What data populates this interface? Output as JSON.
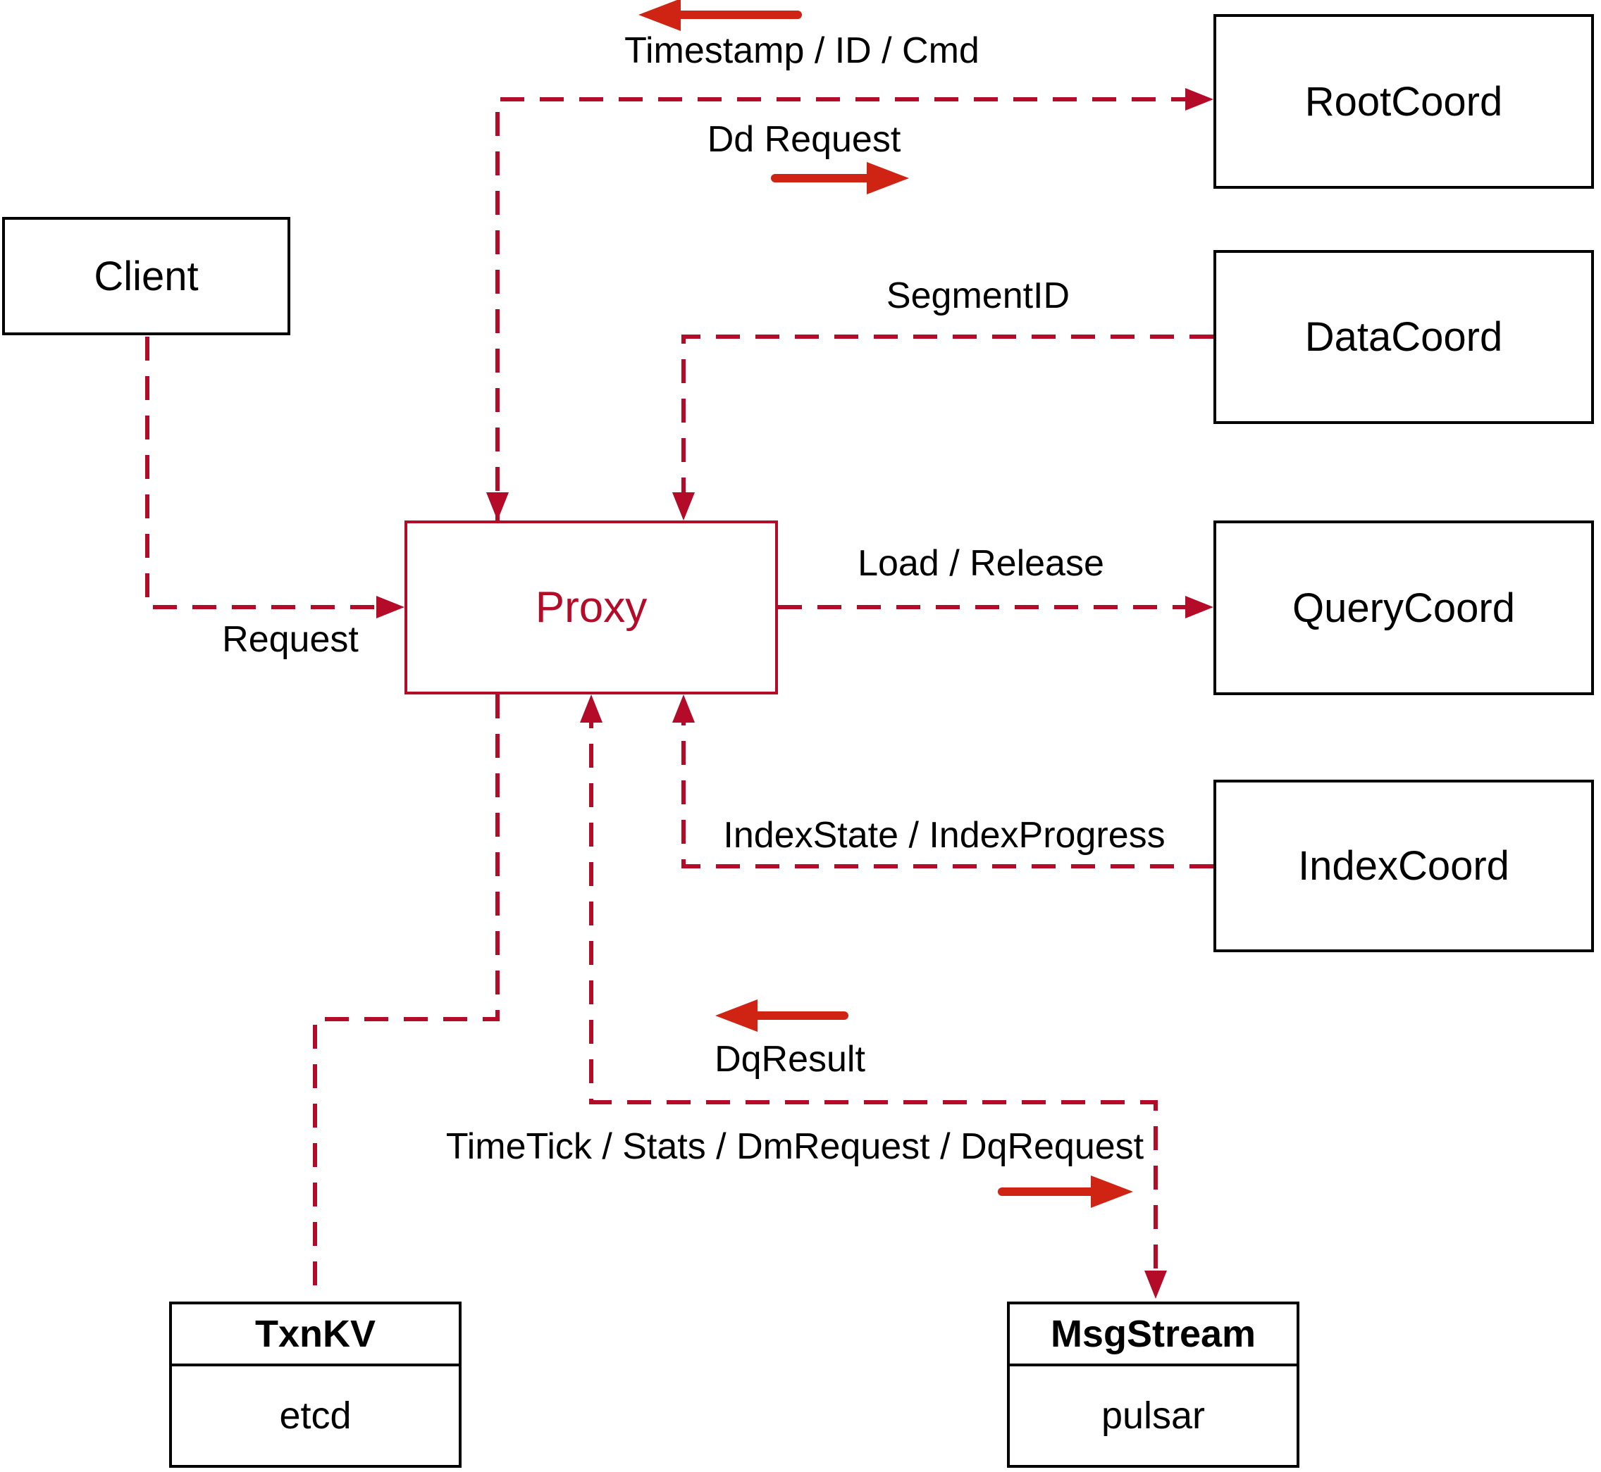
{
  "diagram": {
    "boxes": {
      "client": {
        "label": "Client"
      },
      "rootcoord": {
        "label": "RootCoord"
      },
      "datacoord": {
        "label": "DataCoord"
      },
      "querycoord": {
        "label": "QueryCoord"
      },
      "indexcoord": {
        "label": "IndexCoord"
      },
      "proxy": {
        "label": "Proxy"
      },
      "txnkv": {
        "title": "TxnKV",
        "impl": "etcd"
      },
      "msgstream": {
        "title": "MsgStream",
        "impl": "pulsar"
      }
    },
    "edge_labels": {
      "timestamp": "Timestamp / ID / Cmd",
      "dd_request": "Dd Request",
      "segment_id": "SegmentID",
      "request": "Request",
      "load_release": "Load / Release",
      "index_state": "IndexState / IndexProgress",
      "dq_result": "DqResult",
      "timetick": "TimeTick / Stats / DmRequest / DqRequest"
    },
    "colors": {
      "dashed_line": "#b30b28",
      "solid_arrow": "#cf2314",
      "proxy_accent": "#b30b28",
      "box_border": "#000000",
      "label_text": "#000000",
      "background": "#ffffff"
    }
  }
}
